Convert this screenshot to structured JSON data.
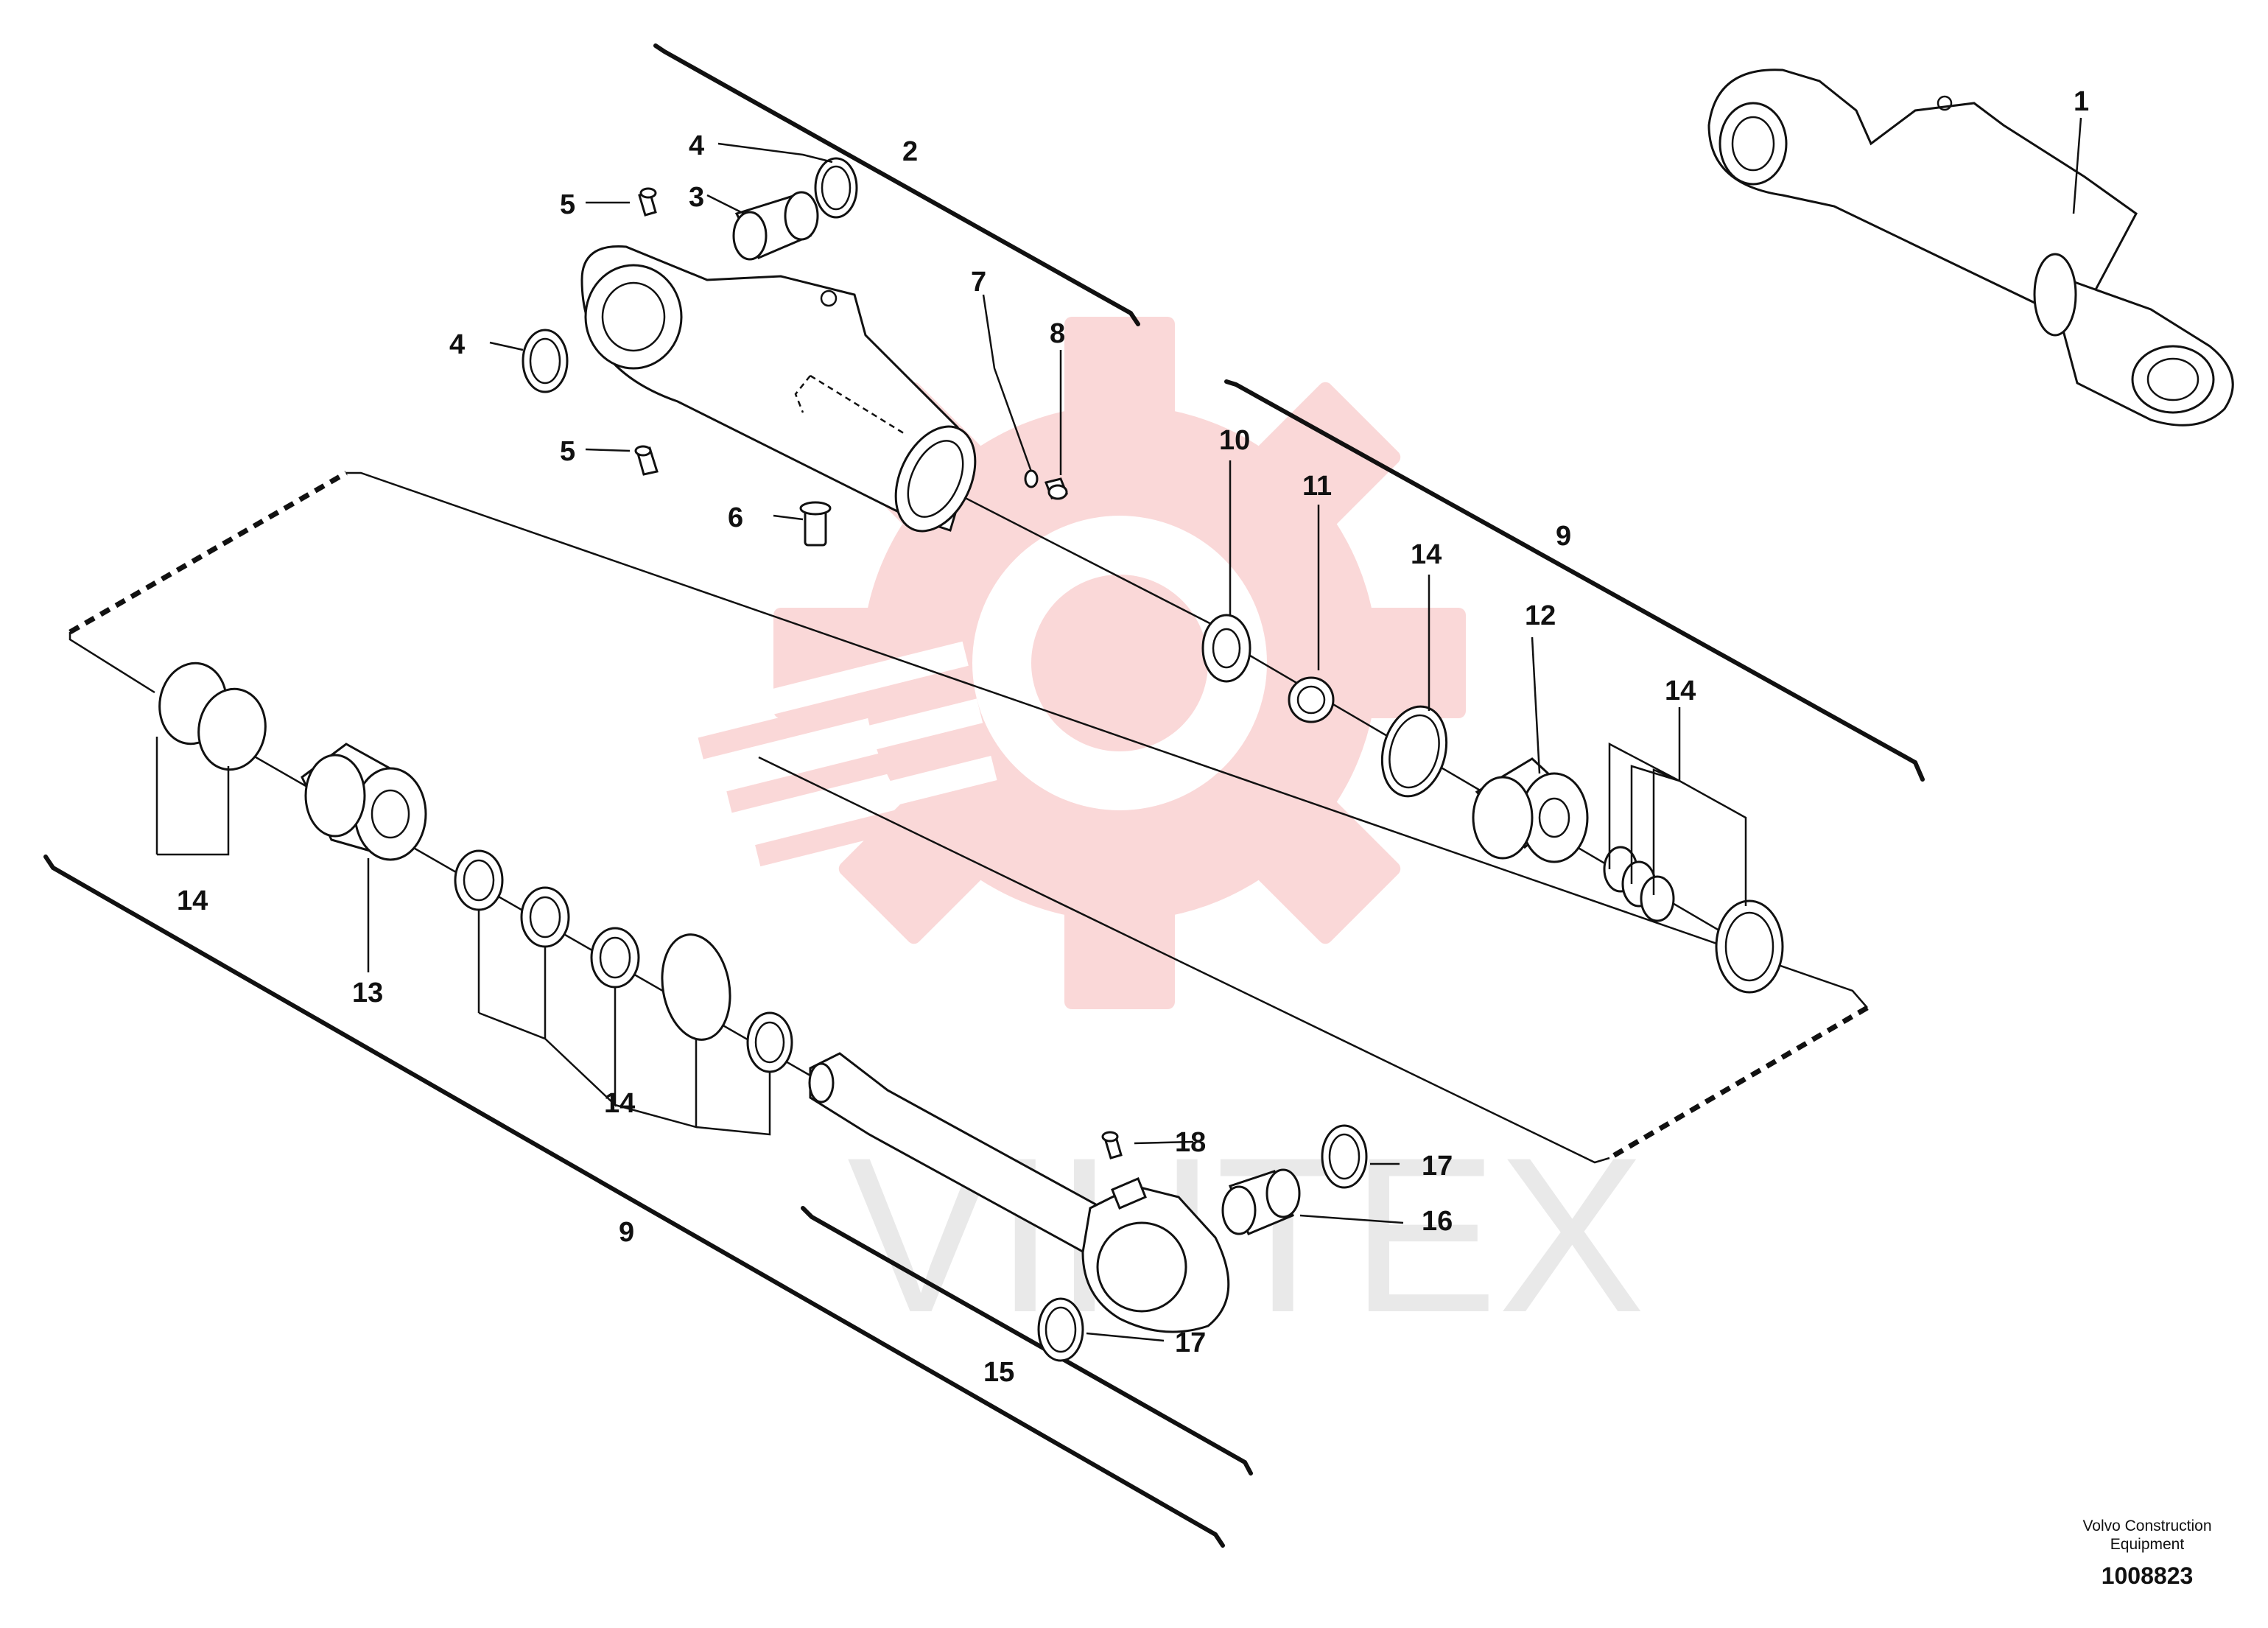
{
  "drawing": {
    "callouts": {
      "c1": "1",
      "c2": "2",
      "c3": "3",
      "c4a": "4",
      "c4b": "4",
      "c5a": "5",
      "c5b": "5",
      "c6": "6",
      "c7": "7",
      "c8": "8",
      "c9a": "9",
      "c9b": "9",
      "c10": "10",
      "c11": "11",
      "c12": "12",
      "c13": "13",
      "c14a": "14",
      "c14b": "14",
      "c14c": "14",
      "c14d": "14",
      "c15": "15",
      "c16": "16",
      "c17a": "17",
      "c17b": "17",
      "c18": "18"
    }
  },
  "footer": {
    "company_line1": "Volvo Construction",
    "company_line2": "Equipment",
    "drawing_number": "1008823"
  },
  "watermark": {
    "text": "VIHTEX",
    "gear_color": "#f4a9a9"
  }
}
